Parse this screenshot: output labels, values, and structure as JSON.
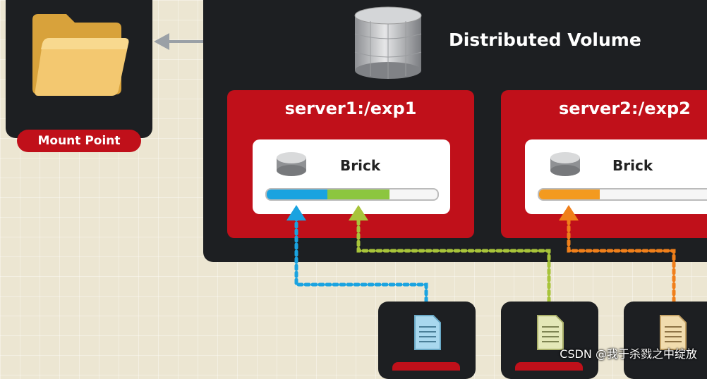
{
  "mount": {
    "label": "Mount Point"
  },
  "volume": {
    "title": "Distributed Volume"
  },
  "servers": [
    {
      "name": "server1:/exp1",
      "brick_label": "Brick"
    },
    {
      "name": "server2:/exp2",
      "brick_label": "Brick"
    }
  ],
  "colors": {
    "blue": "#1aa3e0",
    "green": "#8cc63f",
    "orange": "#f39a1f",
    "red": "#c0101a",
    "dark": "#1d1f22"
  },
  "watermark": "CSDN @我于杀戮之中绽放"
}
